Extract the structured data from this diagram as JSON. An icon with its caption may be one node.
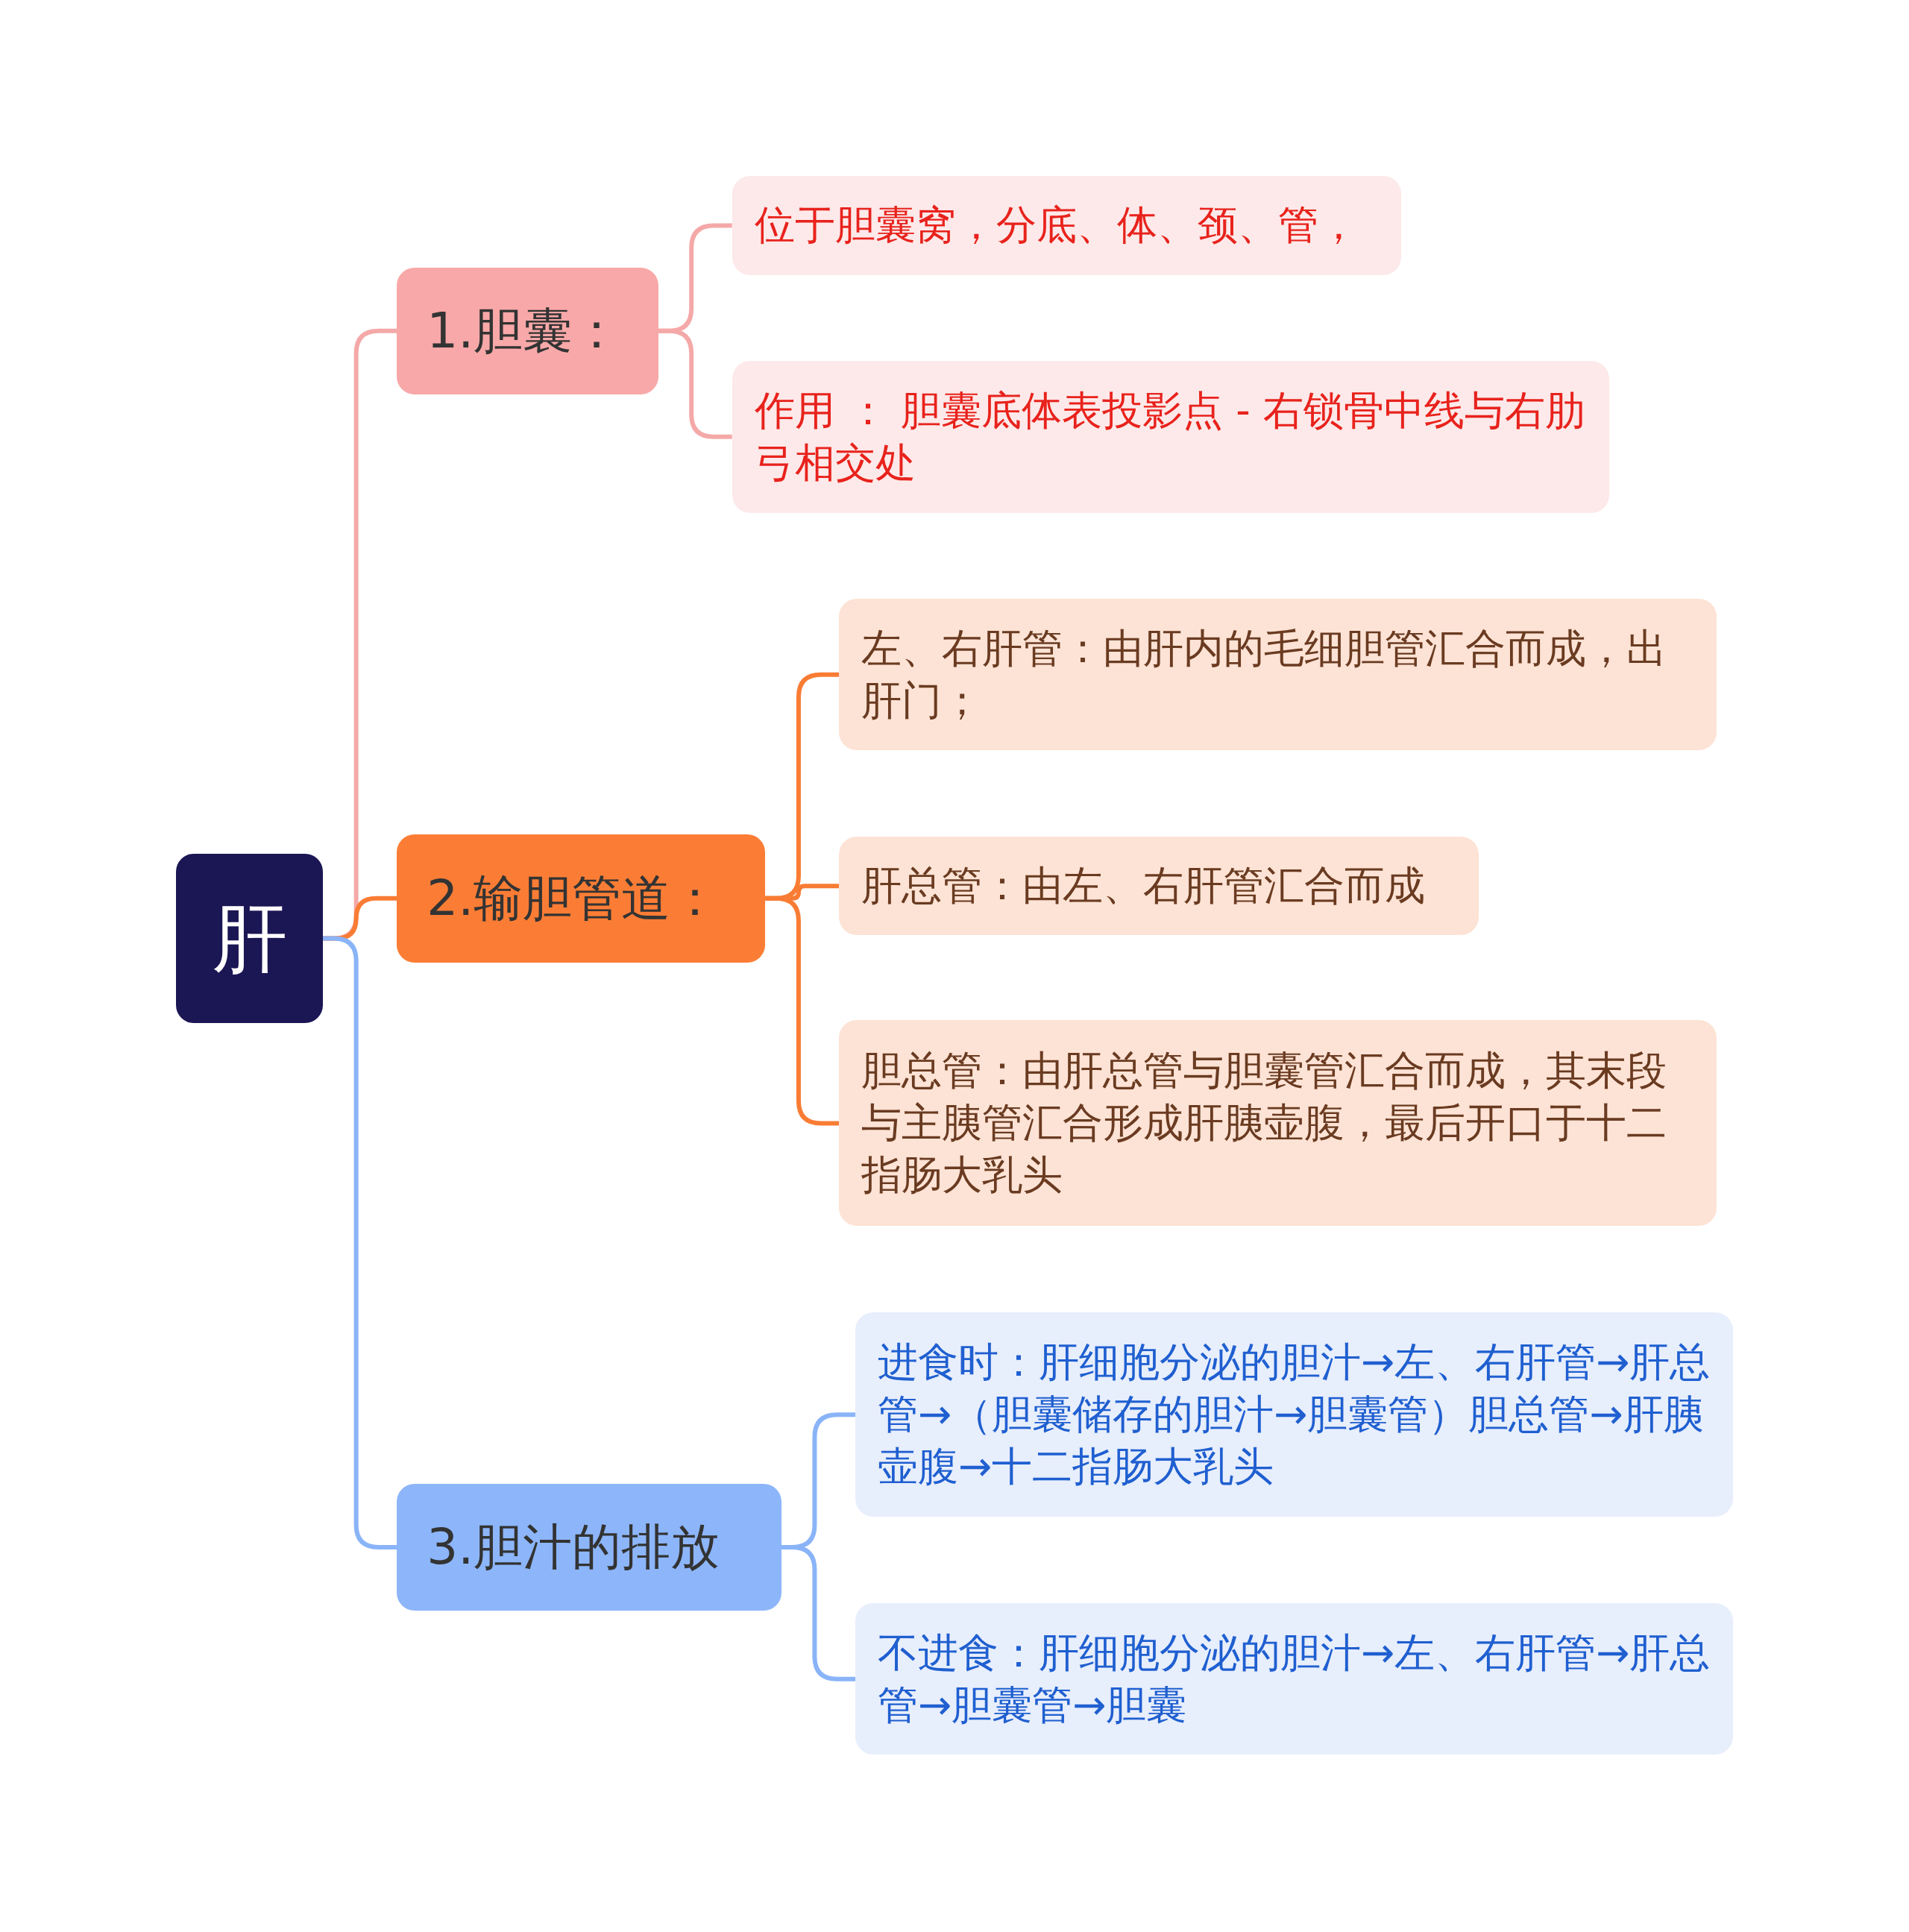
{
  "diagram": {
    "nodes": [
      {
        "text": [
          "肝"
        ]
      },
      {
        "text": [
          "1.胆囊："
        ]
      },
      {
        "text": [
          "位于胆囊窝，分底、体、颈、管，"
        ]
      },
      {
        "text": [
          "作用 ： 胆囊底体表投影点 - 右锁骨中线与右肋弓相交处"
        ]
      },
      {
        "text": [
          "2.输胆管道："
        ]
      },
      {
        "text": [
          "左、右肝管：由肝内的毛细胆管汇合而成，出肝门；"
        ]
      },
      {
        "text": [
          "肝总管：由左、右肝管汇合而成"
        ]
      },
      {
        "text": [
          "胆总管：由肝总管与胆囊管汇合而成，其末段与主胰管汇合形成肝胰壶腹，最后开口于十二指肠大乳头"
        ]
      },
      {
        "text": [
          "3.胆汁的排放"
        ]
      },
      {
        "text": [
          "进食时：肝细胞分泌的胆汁→左、右肝管→肝总管→（胆囊储存的胆汁→胆囊管）胆总管→肝胰壶腹→十二指肠大乳头"
        ]
      },
      {
        "text": [
          "不进食：肝细胞分泌的胆汁→左、右肝管→肝总管→胆囊管→胆囊"
        ]
      }
    ],
    "edges": [
      {
        "from": 0,
        "to": 1,
        "arrow": "none",
        "color": "#f4a9a8"
      },
      {
        "from": 1,
        "to": 2,
        "arrow": "none",
        "color": "#f4a9a8"
      },
      {
        "from": 1,
        "to": 3,
        "arrow": "none",
        "color": "#f4a9a8"
      },
      {
        "from": 0,
        "to": 4,
        "arrow": "none",
        "color": "#f97c34"
      },
      {
        "from": 4,
        "to": 5,
        "arrow": "none",
        "color": "#f97c34"
      },
      {
        "from": 4,
        "to": 6,
        "arrow": "none",
        "color": "#f97c34"
      },
      {
        "from": 4,
        "to": 7,
        "arrow": "none",
        "color": "#f97c34"
      },
      {
        "from": 0,
        "to": 8,
        "arrow": "none",
        "color": "#8ab4f8"
      },
      {
        "from": 8,
        "to": 9,
        "arrow": "none",
        "color": "#8ab4f8"
      },
      {
        "from": 8,
        "to": 10,
        "arrow": "none",
        "color": "#8ab4f8"
      }
    ]
  }
}
